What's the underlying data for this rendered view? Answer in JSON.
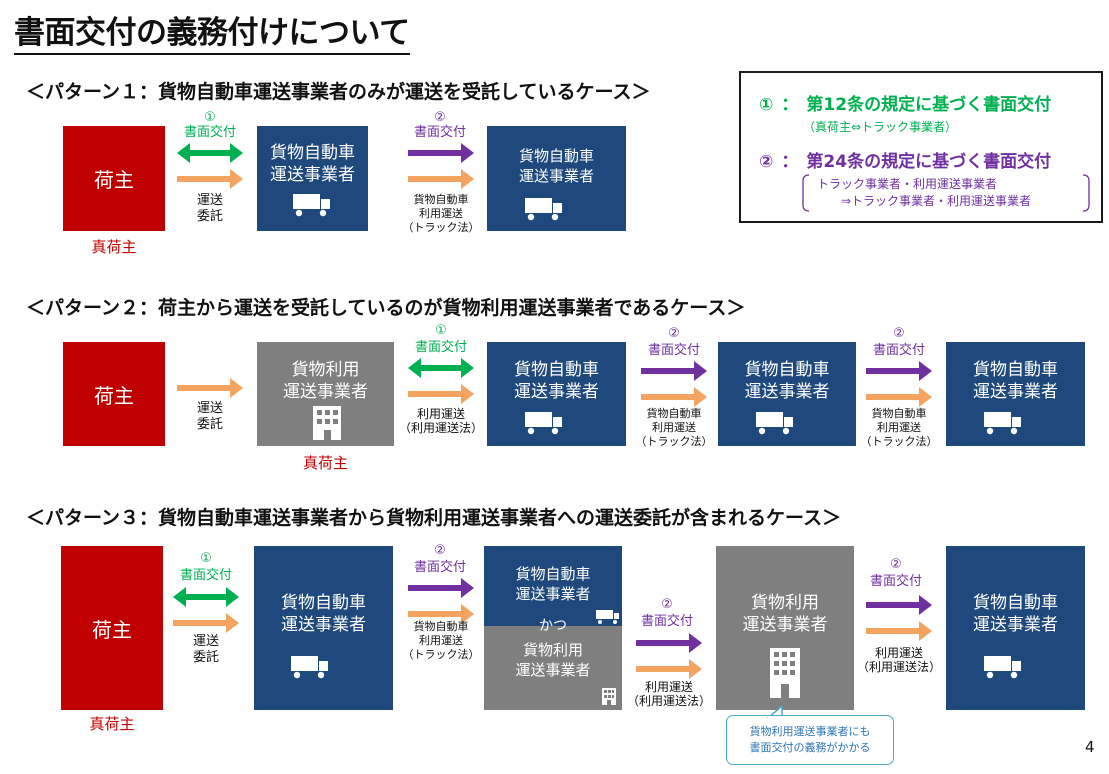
{
  "title": "書面交付の義務付けについて",
  "page_number": "4",
  "common": {
    "num1": "①",
    "num2": "②",
    "delivery": "書面交付",
    "consign_line1": "運送",
    "consign_line2": "委託",
    "shipper": "荷主",
    "true_shipper": "真荷主",
    "motor_line1": "貨物自動車",
    "motor_line2": "運送事業者",
    "use_line1": "貨物利用",
    "use_line2": "運送事業者",
    "and": "かつ",
    "truck_law_line1": "貨物自動車",
    "truck_law_line2": "利用運送",
    "truck_law_line3": "（トラック法）",
    "use_law_line1": "利用運送",
    "use_law_line2": "（利用運送法）"
  },
  "legend": {
    "item1_num": "①",
    "item1_colon": "：",
    "item1_text": "第12条の規定に基づく書面交付",
    "item1_sub": "（真荷主⇔トラック事業者）",
    "item2_num": "②",
    "item2_colon": "：",
    "item2_text": "第24条の規定に基づく書面交付",
    "item2_sub1": "トラック事業者・利用運送事業者",
    "item2_sub2": "⇒トラック事業者・利用運送事業者",
    "color1": "#00b050",
    "color2": "#7030a0"
  },
  "pattern1": {
    "heading": "＜パターン１：貨物自動車運送事業者のみが運送を受託しているケース＞"
  },
  "pattern2": {
    "heading": "＜パターン２：荷主から運送を受託しているのが貨物利用運送事業者であるケース＞"
  },
  "pattern3": {
    "heading": "＜パターン３：貨物自動車運送事業者から貨物利用運送事業者への運送委託が含まれるケース＞",
    "note_line1": "貨物利用運送事業者にも",
    "note_line2": "書面交付の義務がかかる"
  },
  "colors": {
    "shipper_red": "#c00000",
    "motor_navy": "#1f497d",
    "use_grey": "#7f7f7f",
    "green_arrow": "#00b050",
    "purple_arrow": "#7030a0",
    "orange_arrow": "#f4a460",
    "note_border": "#4bacc6"
  },
  "icons": [
    "truck-icon",
    "building-icon",
    "double-arrow-icon",
    "right-arrow-icon"
  ]
}
